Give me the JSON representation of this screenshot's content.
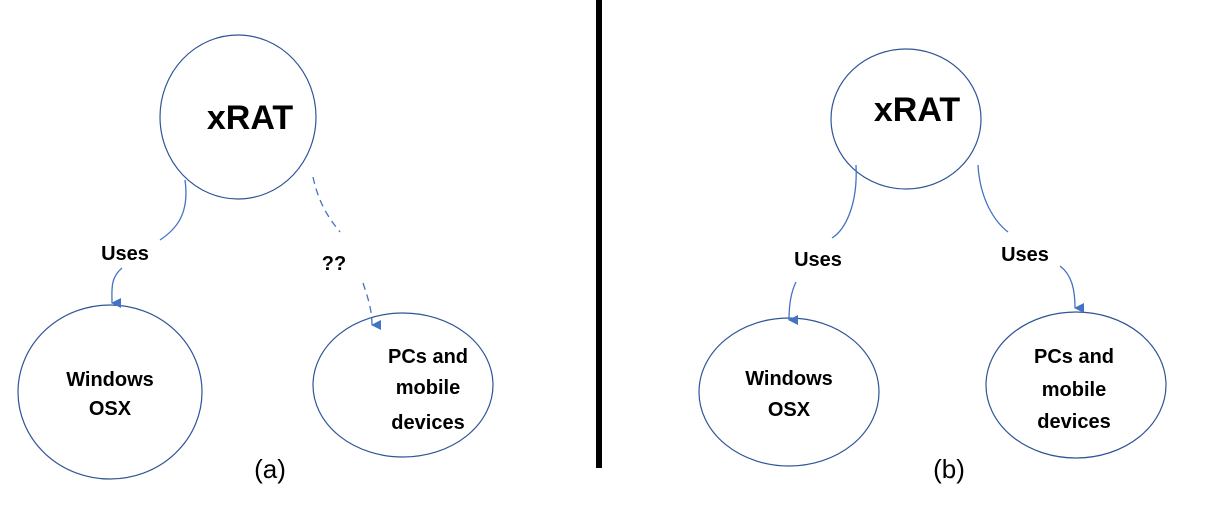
{
  "panels": {
    "a": {
      "label": "(a)",
      "root": "xRAT",
      "left_node": [
        "Windows",
        "OSX"
      ],
      "right_node": [
        "PCs and",
        "mobile",
        "devices"
      ],
      "left_edge_label": "Uses",
      "right_edge_label": "??"
    },
    "b": {
      "label": "(b)",
      "root": "xRAT",
      "left_node": [
        "Windows",
        "OSX"
      ],
      "right_node": [
        "PCs and",
        "mobile",
        "devices"
      ],
      "left_edge_label": "Uses",
      "right_edge_label": "Uses"
    }
  },
  "colors": {
    "node_stroke": "#2f5597",
    "edge": "#4472c4",
    "divider": "#000000"
  }
}
